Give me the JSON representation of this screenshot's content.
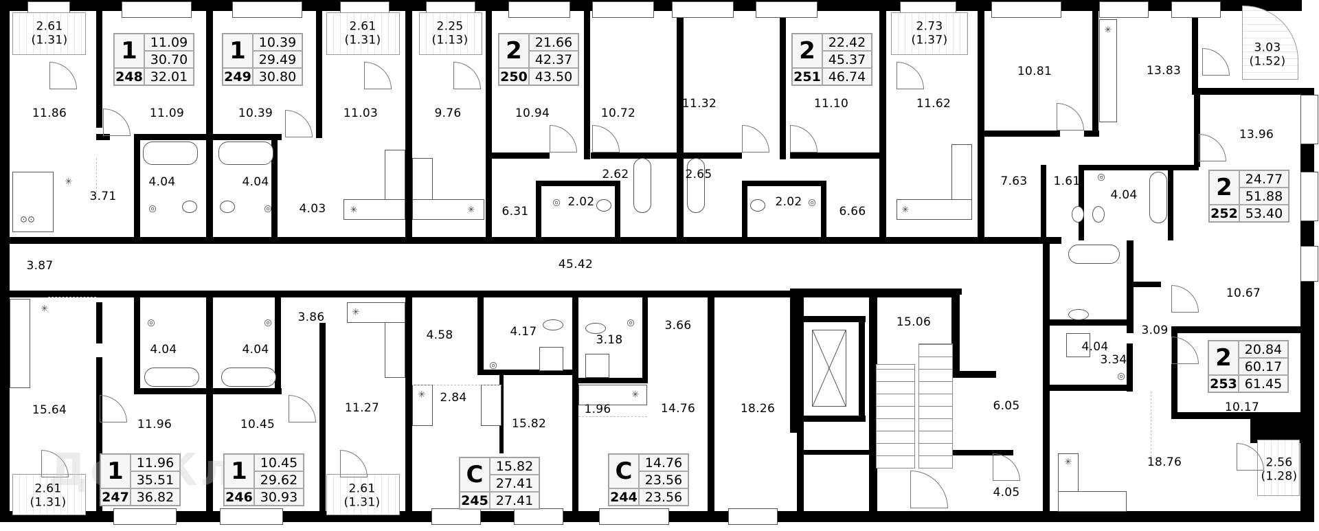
{
  "plan": {
    "watermark": "ДомКлик",
    "corridor_area": "45.42",
    "stair_area": "15.06",
    "lift_lobby_area": "18.26",
    "units": [
      {
        "number": "248",
        "rooms": "1",
        "living": "11.09",
        "total_no_balcony": "30.70",
        "total": "32.01"
      },
      {
        "number": "249",
        "rooms": "1",
        "living": "10.39",
        "total_no_balcony": "29.49",
        "total": "30.80"
      },
      {
        "number": "250",
        "rooms": "2",
        "living": "21.66",
        "total_no_balcony": "42.37",
        "total": "43.50"
      },
      {
        "number": "251",
        "rooms": "2",
        "living": "22.42",
        "total_no_balcony": "45.37",
        "total": "46.74"
      },
      {
        "number": "252",
        "rooms": "2",
        "living": "24.77",
        "total_no_balcony": "51.88",
        "total": "53.40"
      },
      {
        "number": "253",
        "rooms": "2",
        "living": "20.84",
        "total_no_balcony": "60.17",
        "total": "61.45"
      },
      {
        "number": "247",
        "rooms": "1",
        "living": "11.96",
        "total_no_balcony": "35.51",
        "total": "36.82"
      },
      {
        "number": "246",
        "rooms": "1",
        "living": "10.45",
        "total_no_balcony": "29.62",
        "total": "30.93"
      },
      {
        "number": "245",
        "rooms": "С",
        "living": "15.82",
        "total_no_balcony": "27.41",
        "total": "27.41"
      },
      {
        "number": "244",
        "rooms": "С",
        "living": "14.76",
        "total_no_balcony": "23.56",
        "total": "23.56"
      }
    ],
    "balconies": [
      {
        "area": "2.61",
        "reduced": "(1.31)"
      },
      {
        "area": "2.61",
        "reduced": "(1.31)"
      },
      {
        "area": "2.25",
        "reduced": "(1.13)"
      },
      {
        "area": "2.73",
        "reduced": "(1.37)"
      },
      {
        "area": "3.03",
        "reduced": "(1.52)"
      },
      {
        "area": "2.61",
        "reduced": "(1.31)"
      },
      {
        "area": "2.61",
        "reduced": "(1.31)"
      },
      {
        "area": "2.56",
        "reduced": "(1.28)"
      }
    ],
    "rooms": {
      "r_11_86": "11.86",
      "r_11_09": "11.09",
      "r_3_71": "3.71",
      "r_4_04_a": "4.04",
      "r_10_39": "10.39",
      "r_4_04_b": "4.04",
      "r_4_03": "4.03",
      "r_11_03": "11.03",
      "r_9_76": "9.76",
      "r_6_31": "6.31",
      "r_10_94": "10.94",
      "r_10_72": "10.72",
      "r_2_02_a": "2.02",
      "r_2_62": "2.62",
      "r_11_32": "11.32",
      "r_2_65": "2.65",
      "r_2_02_b": "2.02",
      "r_11_10": "11.10",
      "r_6_66": "6.66",
      "r_11_62": "11.62",
      "r_10_81": "10.81",
      "r_7_63": "7.63",
      "r_1_61": "1.61",
      "r_13_83": "13.83",
      "r_4_04_c": "4.04",
      "r_13_96": "13.96",
      "r_3_87": "3.87",
      "r_15_64": "15.64",
      "r_4_04_d": "4.04",
      "r_11_96": "11.96",
      "r_4_04_e": "4.04",
      "r_10_45": "10.45",
      "r_3_86": "3.86",
      "r_11_27": "11.27",
      "r_4_58": "4.58",
      "r_4_17": "4.17",
      "r_2_84": "2.84",
      "r_15_82": "15.82",
      "r_3_18": "3.18",
      "r_3_66": "3.66",
      "r_1_96": "1.96",
      "r_14_76": "14.76",
      "r_6_05": "6.05",
      "r_4_05": "4.05",
      "r_4_04_f": "4.04",
      "r_10_67": "10.67",
      "r_3_09": "3.09",
      "r_3_34": "3.34",
      "r_10_17": "10.17",
      "r_18_76": "18.76"
    }
  }
}
